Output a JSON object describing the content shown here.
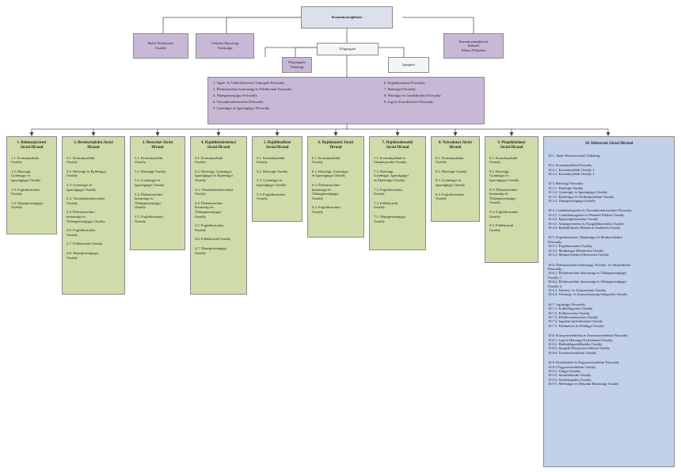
{
  "top": {
    "title": "Kormánymegbízott"
  },
  "level1": [
    {
      "lines": [
        "Belső Ellenőrzési",
        "Osztály"
      ]
    },
    {
      "lines": [
        "Védelmi Bizottság",
        "Titkársága"
      ]
    },
    {
      "lines": [
        "Kormánymegbízotti",
        "Kabinet",
        "Állami Főépítész"
      ]
    }
  ],
  "director": {
    "title": "Főigazgató"
  },
  "secretariat": {
    "lines": [
      "Főigazgatói",
      "Titkárság"
    ]
  },
  "manager": {
    "title": "Igazgató"
  },
  "departments": {
    "left": [
      "1. Agrár- és Vidékfejlesztést Támogató Főosztály",
      "2. Élelmiszerlánc-biztonsági és Földhivatali Főosztály",
      "3. Népegészségügyi Főosztály",
      "4. Társadalombiztosítási Főosztály",
      "5. Gyámügyi és Igazságügyi Főosztály"
    ],
    "right": [
      "6. Foglalkoztatási Főosztály",
      "7. Hatósági Főosztály",
      "8. Pénzügyi és Gazdálkodási Főosztály",
      "9. Jogi és Koordinációs Főosztály"
    ]
  },
  "districts": [
    {
      "title": [
        "1. Balmazújvárosi",
        "Járási Hivatal"
      ],
      "items": [
        [
          "1.1. Kormányablak",
          "Osztály"
        ],
        [
          "1.2. Hatósági,",
          "Gyámügyi és",
          "Igazságügyi Osztály"
        ],
        [
          "1.3. Foglalkoztatási",
          "Osztály"
        ],
        [
          "1.4. Népegészségügyi",
          "Osztály"
        ]
      ]
    },
    {
      "title": [
        "2. Berettyóújfalui Járási",
        "Hivatal"
      ],
      "items": [
        [
          "2.1. Kormányablak",
          "Osztály"
        ],
        [
          "2.2. Hatósági és Építésügyi",
          "Osztály"
        ],
        [
          "2.3. Gyámügyi és",
          "Igazságügyi Osztály"
        ],
        [
          "2.4. Társadalombiztosítási",
          "Osztály"
        ],
        [
          "2.5. Élelmiszerlánc-",
          "biztonsági és",
          "Állategészségügyi Osztály"
        ],
        [
          "2.6. Foglalkoztatási",
          "Osztály"
        ],
        [
          "2.7. Földhivatali Osztály"
        ],
        [
          "2.8. Népegészségügyi",
          "Osztály"
        ]
      ]
    },
    {
      "title": [
        "3. Derecskei Járási",
        "Hivatal"
      ],
      "items": [
        [
          "3.1. Kormányablak",
          "Osztály"
        ],
        [
          "3.2. Hatósági Osztály"
        ],
        [
          "3.3. Gyámügyi és",
          "Igazságügyi Osztály"
        ],
        [
          "3.4. Élelmiszerlánc-",
          "biztonsági és",
          "Állategészségügyi",
          "Osztály"
        ],
        [
          "3.5. Foglalkoztatási",
          "Osztály"
        ]
      ]
    },
    {
      "title": [
        "4. Hajdúböszörményi",
        "Járási Hivatal"
      ],
      "items": [
        [
          "4.1. Kormányablak",
          "Osztály"
        ],
        [
          "4.2. Hatósági, Gyámügyi,",
          "Igazságügyi és Építésügyi",
          "Osztály"
        ],
        [
          "4.3. Társadalombiztosítási",
          "Osztály"
        ],
        [
          "4.4. Élelmiszerlánc-",
          "biztonsági és",
          "Állategészségügyi",
          "Osztály"
        ],
        [
          "4.5. Foglalkoztatási",
          "Osztály"
        ],
        [
          "4.6. Földhivatali Osztály"
        ],
        [
          "4.7. Népegészségügyi",
          "Osztály"
        ]
      ]
    },
    {
      "title": [
        "5. Hajdúhadházi",
        "Járási Hivatal"
      ],
      "items": [
        [
          "5.1. Kormányablak",
          "Osztály"
        ],
        [
          "5.2. Hatósági Osztály"
        ],
        [
          "5.3. Gyámügyi és",
          "Igazságügyi Osztály"
        ],
        [
          "5.4. Foglalkoztatási",
          "Osztály"
        ]
      ]
    },
    {
      "title": [
        "6. Hajdúnánási Járási",
        "Hivatal"
      ],
      "items": [
        [
          "6.1. Kormányablak",
          "Osztály"
        ],
        [
          "6.2. Hatósági, Gyámügyi",
          "és Igazságügyi Osztály"
        ],
        [
          "6.3. Élelmiszerlánc-",
          "biztonsági és",
          "Állategészségügyi",
          "Osztály"
        ],
        [
          "6.4. Foglalkoztatási",
          "Osztály"
        ]
      ]
    },
    {
      "title": [
        "7. Hajdúszoboszlói",
        "Járási Hivatal"
      ],
      "items": [
        [
          "7.1. Kormányablak és",
          "Okmányirodai Osztály"
        ],
        [
          "7.2. Hatósági,",
          "Gyámügyi, Igazságügyi",
          "és Építésügyi Osztály"
        ],
        [
          "7.3. Foglalkoztatási",
          "Osztály"
        ],
        [
          "7.4. Földhivatali",
          "Osztály"
        ],
        [
          "7.5. Népegészségügyi",
          "Osztály"
        ]
      ]
    },
    {
      "title": [
        "8. Nyíradonyi Járási",
        "Hivatal"
      ],
      "items": [
        [
          "8.1. Kormányablak",
          "Osztály"
        ],
        [
          "8.2. Hatósági Osztály"
        ],
        [
          "8.3. Gyámügyi és",
          "Igazságügyi Osztály"
        ],
        [
          "8.4. Foglalkoztatási",
          "Osztály"
        ]
      ]
    },
    {
      "title": [
        "9. Püspökladányi",
        "Járási Hivatal"
      ],
      "items": [
        [
          "9.1. Kormányablak",
          "Osztály"
        ],
        [
          "9.2. Hatósági,",
          "Gyámügyi és",
          "Igazságügyi Osztály"
        ],
        [
          "9.3. Élelmiszerlánc-",
          "biztonsági és",
          "Állategészségügyi",
          "Osztály"
        ],
        [
          "9.4. Foglalkoztatási",
          "Osztály"
        ],
        [
          "9.5. Földhivatali",
          "Osztály"
        ]
      ]
    }
  ],
  "debrecen": {
    "title": "10. Debreceni Járási Hivatal",
    "groups": [
      [
        "10.1. Járási Hivatalvezetői Titkárság"
      ],
      [
        "10.2. Kormányablak Főosztály",
        "10.2.1. Kormányablak Osztály 1.",
        "10.2.2. Kormányablak Osztály 2."
      ],
      [
        "10.3. Hatósági Főosztály",
        "10.3.1. Hatósági Osztály",
        "10.3.2. Gyámügyi és Igazságügyi Osztály",
        "10.3.3. Építésügyi és Örökségvédelmi Osztály",
        "10.3.4. Népegészségügyi Osztály"
      ],
      [
        "10.4. Családtámogatási és Társadalombiztosítási Főosztály",
        "10.4.1. Családtámogatási és Pénzbeli Ellátási Osztály",
        "10.4.2. Egészségbiztosítási Osztály",
        "10.4.3. Adategyeztetési és Nyugdíjbiztosítási Osztály",
        "10.4.4. Rehabilitációs Ellátási és Szakértői Osztály"
      ],
      [
        "10.5. Foglalkoztatási, Munkaügyi és Munkavédelmi",
        "Főosztály",
        "10.5.1. Foglalkoztatási Osztály",
        "10.5.2. Munkaügyi Ellenőrzési Osztály",
        "10.5.3. Munkavédelmi Ellenőrzési Osztály"
      ],
      [
        "10.6. Élelmiszerlánc-biztonsági, Növény- és Talajvédelmi",
        "Főosztály",
        "10.6.1. Élelmiszerlánc-biztonsági és Állategészségügyi",
        "Osztály 1.",
        "10.6.2. Élelmiszerlánc-biztonsági és Állategészségügyi",
        "Osztály 2.",
        "10.6.3. Növény- és Talajvédelmi Osztály",
        "10.6.4. Vetőmag- és Szaporítóanyag-felügyeleti Osztály"
      ],
      [
        "10.7. Agrárügyi Főosztály",
        "10.7.1. Erdőfelügyeleti Osztály",
        "10.7.2. Erdőtervezési Osztály",
        "10.7.3. Földhivatalvezetési Osztály",
        "10.7.4. Ingatlan-nyilvántartási Osztály",
        "10.7.5. Földmérési és Földügyi Osztály"
      ],
      [
        "10.8. Környezetvédelmi és Természetvédelmi Főosztály",
        "10.8.1. Jogi és Hatósági Nyilvántartó Osztály",
        "10.8.2. Hulladékgazdálkodási Osztály",
        "10.8.3. Integrált Környezetvédelmi Osztály",
        "10.8.4. Természetvédelmi Osztály"
      ],
      [
        "10.9. Közlekedési és Fogyasztóvédelmi Főosztály",
        "10.9.1 Fogyasztóvédelmi Osztály",
        "10.9.2. Útügyi Osztály",
        "10.9.3. Járműműszaki Osztály",
        "10.9.4. Járműforgalmi Osztály",
        "10.9.5. Mérésügyi és Műszaki Biztonsági Osztály"
      ]
    ]
  }
}
